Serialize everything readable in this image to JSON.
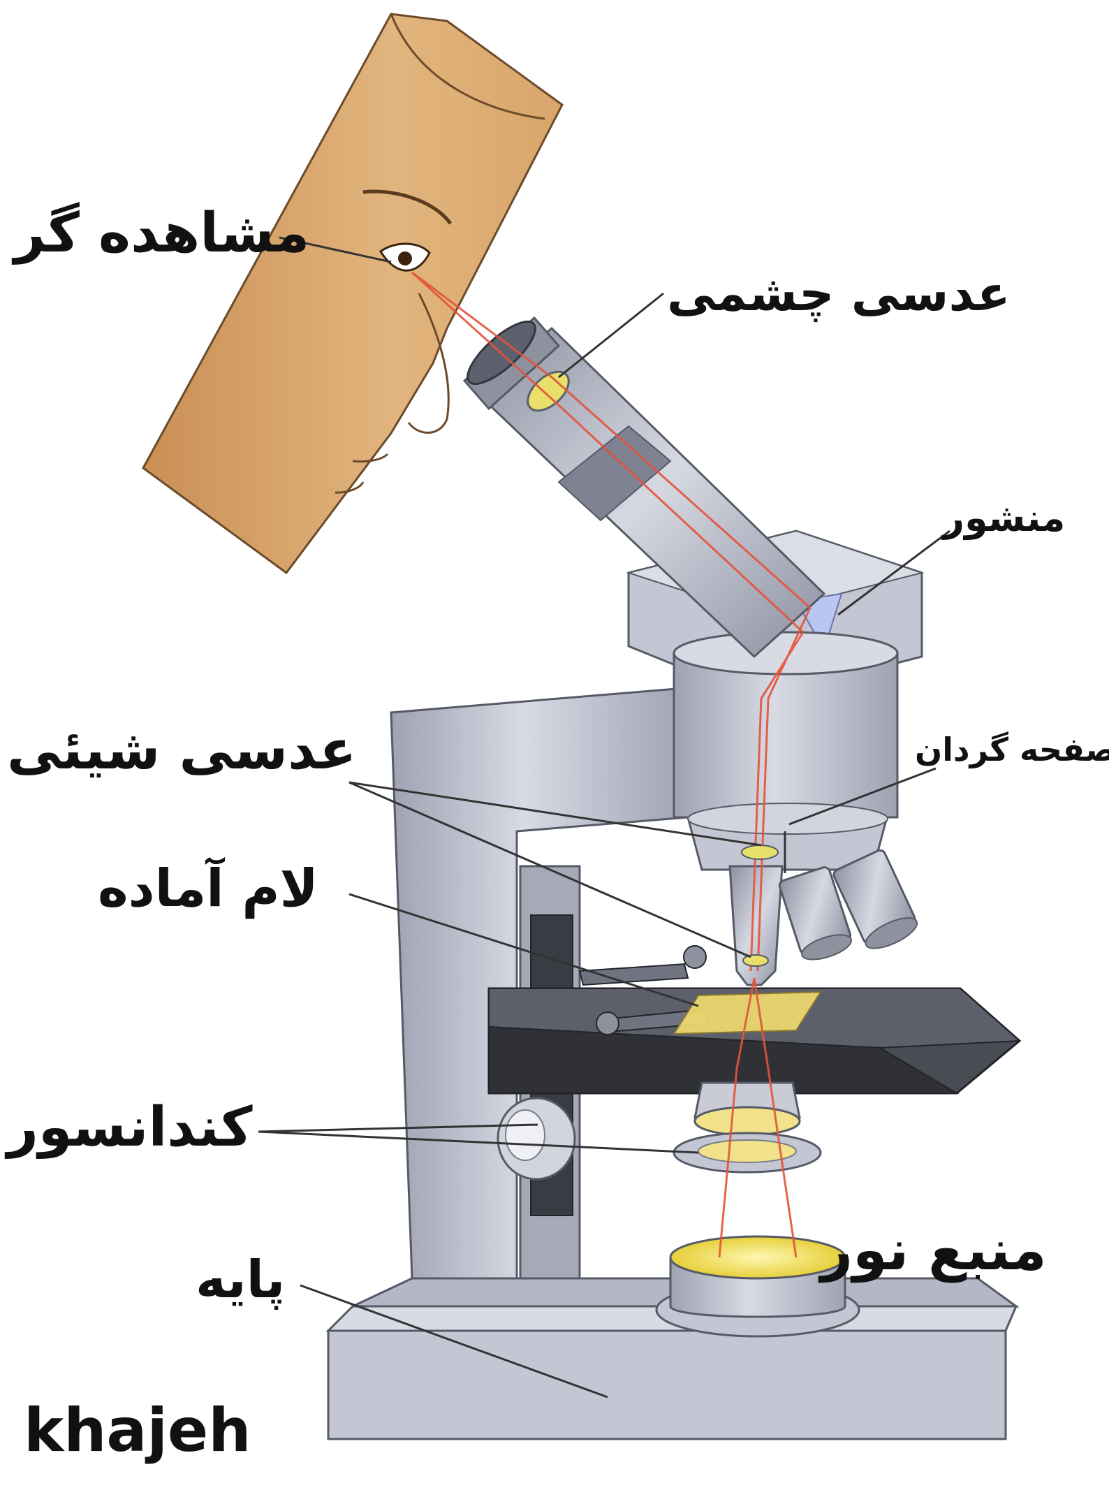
{
  "diagram": {
    "labels": {
      "observer": "مشاهده گر",
      "eyepiece": "عدسی چشمی",
      "prism": "منشور",
      "revolver": "صفحه گردان",
      "objective": "عدسی شیئی",
      "slide": "لام آماده",
      "condenser": "کندانسور",
      "light_source": "منبع نور",
      "base": "پایه"
    },
    "watermark": "khajeh"
  },
  "colors": {
    "skin": "#d9a56b",
    "body_gray": "#b9bdca",
    "stage_dark": "#3c3e45",
    "light_ray": "#e5533a",
    "light_yellow": "#f2df5c"
  }
}
